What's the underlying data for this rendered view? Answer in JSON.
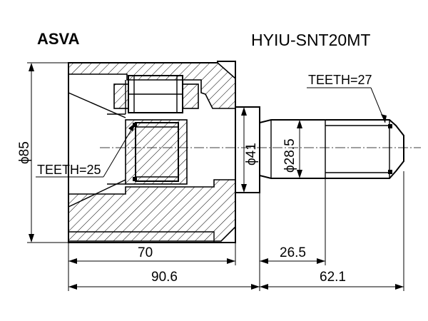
{
  "header": {
    "brand": "ASVA",
    "part_number": "HYIU-SNT20MT"
  },
  "annotations": {
    "teeth_outer": "TEETH=27",
    "teeth_inner": "TEETH=25"
  },
  "dimensions": {
    "body_diameter": "85",
    "neck_diameter": "41",
    "shaft_diameter": "28.5",
    "body_length": "70",
    "total_body_length": "90.6",
    "shaft_length": "26.5",
    "total_shaft_length": "62.1"
  },
  "symbols": {
    "diameter": "ϕ"
  }
}
